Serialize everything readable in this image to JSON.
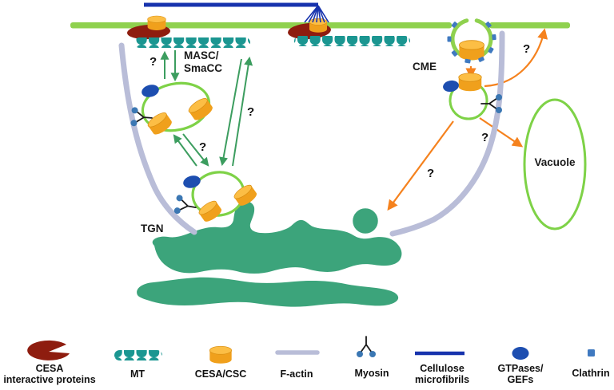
{
  "palette": {
    "membrane": "#8FD14E",
    "bright_green": "#7ED247",
    "tgn_green": "#3CA47B",
    "mt_teal": "#1B9691",
    "cesa_body": "#F0A01C",
    "cesa_top": "#FCBE45",
    "cesa_rim": "#D98E12",
    "dark_red": "#8E1D0F",
    "microfibril_navy": "#1733AD",
    "gtpase_blue": "#1D4EB0",
    "clathrin_blue": "#3F79C0",
    "myosin_dot": "#3B77B3",
    "factin_gray": "#B9BDD8",
    "arrow_green": "#3C9D5F",
    "arrow_orange": "#F5821E"
  },
  "symbols": {
    "question": "?"
  },
  "labels": {
    "masc_smacc": "MASC/\nSmaCC",
    "cme": "CME",
    "tgn": "TGN",
    "vacuole": "Vacuole"
  },
  "legend": {
    "items": [
      {
        "icon": "cesa-interactive-proteins-icon",
        "label": "CESA\ninteractive proteins"
      },
      {
        "icon": "microtubule-icon",
        "label": "MT"
      },
      {
        "icon": "cesa-csc-icon",
        "label": "CESA/CSC"
      },
      {
        "icon": "f-actin-icon",
        "label": "F-actin"
      },
      {
        "icon": "myosin-icon",
        "label": "Myosin"
      },
      {
        "icon": "cellulose-microfibrils-icon",
        "label": "Cellulose\nmicrofibrils"
      },
      {
        "icon": "gtpases-gefs-icon",
        "label": "GTPases/\nGEFs"
      },
      {
        "icon": "clathrin-icon",
        "label": "Clathrin"
      }
    ]
  }
}
